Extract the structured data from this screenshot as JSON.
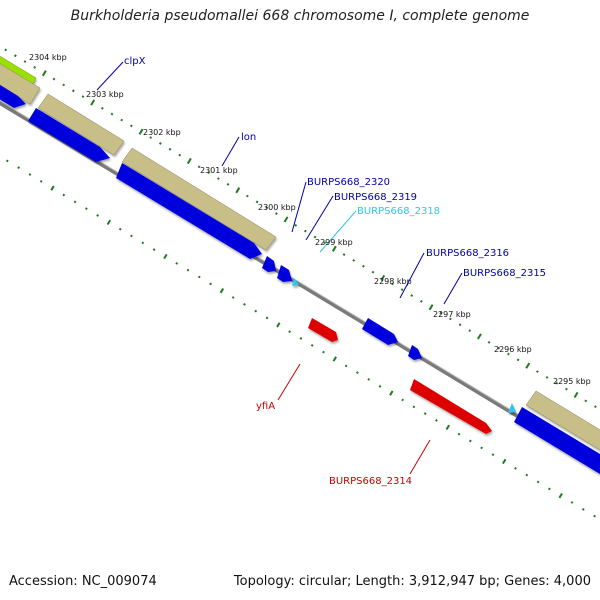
{
  "title": "Burkholderia pseudomallei 668 chromosome I, complete genome",
  "footer": {
    "accession": "Accession: NC_009074",
    "summary": "Topology: circular; Length: 3,912,947 bp; Genes: 4,000"
  },
  "colors": {
    "forward_cds": "#0000dd",
    "reverse_cds": "#dd0000",
    "other_feature": "#33c3f0",
    "operon_band": "#c8bf88",
    "green_band": "#99e000",
    "backbone": "#7a7a7a",
    "tick": "#1e7a1e"
  },
  "scale_labels": [
    "2304 kbp",
    "2303 kbp",
    "2302 kbp",
    "2301 kbp",
    "2300 kbp",
    "2299 kbp",
    "2298 kbp",
    "2297 kbp",
    "2296 kbp",
    "2295 kbp"
  ],
  "gene_labels": {
    "clpX": "clpX",
    "lon": "lon",
    "b2320": "BURPS668_2320",
    "b2319": "BURPS668_2319",
    "b2318": "BURPS668_2318",
    "b2316": "BURPS668_2316",
    "b2315": "BURPS668_2315",
    "yfiA": "yfiA",
    "b2314": "BURPS668_2314"
  }
}
